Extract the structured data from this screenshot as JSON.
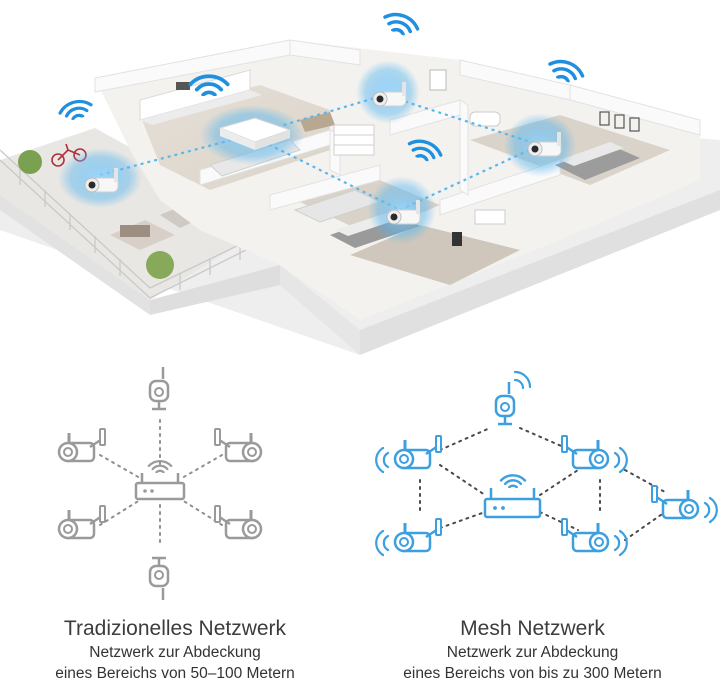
{
  "captions": {
    "traditional": {
      "title": "Tradizionelles Netzwerk",
      "line1": "Netzwerk zur Abdeckung",
      "line2": "eines Bereichs von 50–100 Metern"
    },
    "mesh": {
      "title": "Mesh Netzwerk",
      "line1": "Netzwerk zur Abdeckung",
      "line2": "eines Bereichs von bis zu 300 Metern"
    }
  },
  "colors": {
    "traditional": "#9a9a9a",
    "mesh": "#3b9fe0",
    "wifi": "#1f8fe0",
    "coverage": "#7cc6f2"
  },
  "icons": {
    "camera": "security-camera-icon",
    "router": "wifi-router-icon",
    "wifi": "wifi-signal-icon"
  }
}
